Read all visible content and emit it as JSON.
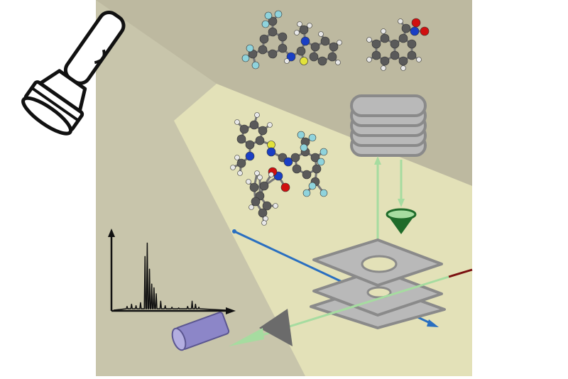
{
  "colors": {
    "background_dark": "#bdb9a0",
    "background_light": "#c8c5ab",
    "light_beam": "#e3e1b8",
    "flashlight_body": "#ffffff",
    "outline": "#111111",
    "atom_carbon": "#5a5a5a",
    "atom_hydrogen": "#e8e8e8",
    "atom_fluorine": "#8fd3dc",
    "atom_nitrogen": "#1a3fc4",
    "atom_oxygen": "#d01010",
    "atom_sulfur": "#e2e23a",
    "laser_blue": "#2a6fc0",
    "laser_green": "#a6dca0",
    "laser_red": "#7a1010",
    "detector_green": "#1f6b2a",
    "plates": "#b9b9b9",
    "plate_edge": "#8a8a8a",
    "laser_source": "#8c86c8",
    "spectrum_line": "#111111"
  },
  "icons": {
    "flashlight": "flashlight-icon",
    "laser": "laser-source-icon",
    "detector": "detector-cone-icon",
    "ion_stack": "reflectron-stack-icon",
    "electrode_plates": "electrode-plates-icon"
  },
  "spectrum": {
    "peaks": [
      {
        "x": 0.12,
        "h": 0.05
      },
      {
        "x": 0.16,
        "h": 0.08
      },
      {
        "x": 0.2,
        "h": 0.06
      },
      {
        "x": 0.24,
        "h": 0.1
      },
      {
        "x": 0.28,
        "h": 0.72
      },
      {
        "x": 0.3,
        "h": 0.9
      },
      {
        "x": 0.32,
        "h": 0.55
      },
      {
        "x": 0.34,
        "h": 0.35
      },
      {
        "x": 0.36,
        "h": 0.3
      },
      {
        "x": 0.38,
        "h": 0.22
      },
      {
        "x": 0.42,
        "h": 0.12
      },
      {
        "x": 0.46,
        "h": 0.06
      },
      {
        "x": 0.52,
        "h": 0.04
      },
      {
        "x": 0.58,
        "h": 0.03
      },
      {
        "x": 0.66,
        "h": 0.05
      },
      {
        "x": 0.7,
        "h": 0.12
      },
      {
        "x": 0.73,
        "h": 0.08
      },
      {
        "x": 0.76,
        "h": 0.04
      }
    ]
  }
}
